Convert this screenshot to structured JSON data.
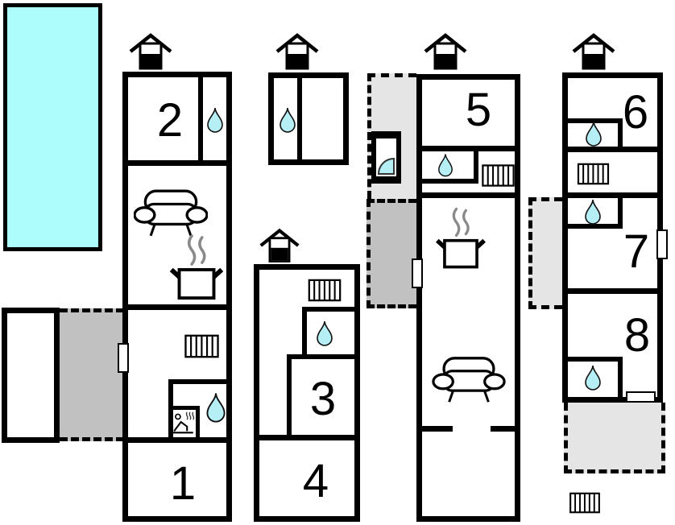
{
  "rooms": [
    {
      "label": "1"
    },
    {
      "label": "2"
    },
    {
      "label": "3"
    },
    {
      "label": "4"
    },
    {
      "label": "5"
    },
    {
      "label": "6"
    },
    {
      "label": "7"
    },
    {
      "label": "8"
    }
  ],
  "colors": {
    "wall": "#000000",
    "water": "#b5eef5",
    "pool": "#adfdfd",
    "terrace_dark": "#c1c1c1",
    "terrace_light": "#e5e5e5",
    "steam": "#8a8a8a"
  },
  "icons": {
    "house": "house-icon",
    "water_drop": "water-drop-icon",
    "radiator": "radiator-icon",
    "sofa": "sofa-icon",
    "stove": "stove-pot-icon",
    "sauna": "sauna-icon",
    "shower": "shower-icon",
    "pool": "swimming-pool"
  }
}
